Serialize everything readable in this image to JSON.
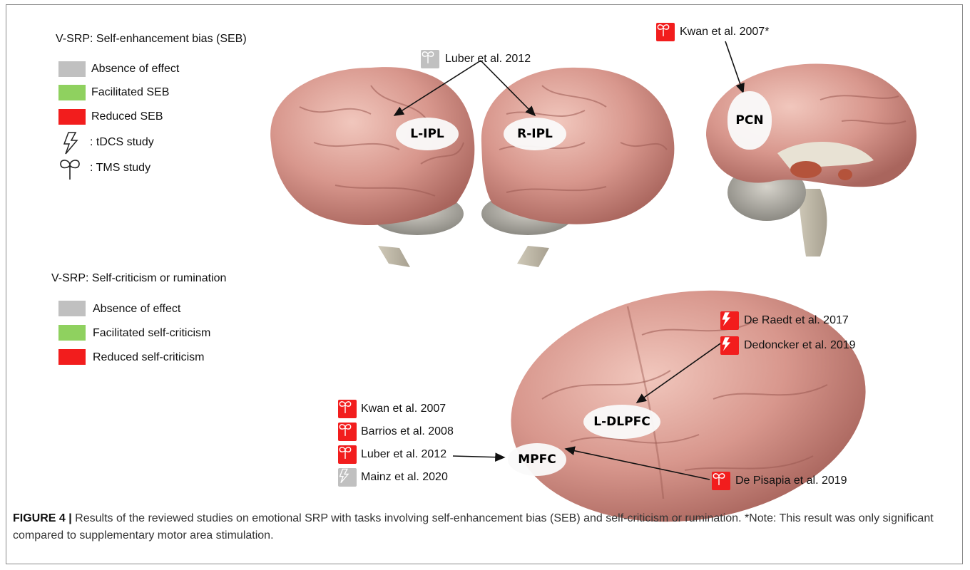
{
  "legend_seb": {
    "title": "V-SRP: Self-enhancement bias (SEB)",
    "items": [
      {
        "label": "Absence of effect",
        "color": "#c0c0c0"
      },
      {
        "label": "Facilitated SEB",
        "color": "#8fd15f"
      },
      {
        "label": "Reduced SEB",
        "color": "#f21d1d"
      }
    ],
    "tdcs_label": ": tDCS study",
    "tms_label": ": TMS study"
  },
  "legend_crit": {
    "title": "V-SRP: Self-criticism or rumination",
    "items": [
      {
        "label": "Absence of effect",
        "color": "#c0c0c0"
      },
      {
        "label": "Facilitated self-criticism",
        "color": "#8fd15f"
      },
      {
        "label": "Reduced self-criticism",
        "color": "#f21d1d"
      }
    ]
  },
  "regions": {
    "l_ipl": "L-IPL",
    "r_ipl": "R-IPL",
    "pcn": "PCN",
    "l_dlpfc": "L-DLPFC",
    "mpfc": "MPFC"
  },
  "studies": {
    "luber_ipl": {
      "label": "Luber et al. 2012",
      "type": "TMS",
      "effect": "absence"
    },
    "kwan_pcn": {
      "label": "Kwan et al. 2007*",
      "type": "TMS",
      "effect": "reduced"
    },
    "de_raedt": {
      "label": "De Raedt et al. 2017",
      "type": "tDCS",
      "effect": "reduced"
    },
    "dedoncker": {
      "label": "Dedoncker et al. 2019",
      "type": "tDCS",
      "effect": "reduced"
    },
    "kwan_mpfc": {
      "label": "Kwan et al. 2007",
      "type": "TMS",
      "effect": "reduced"
    },
    "barrios": {
      "label": "Barrios et al. 2008",
      "type": "TMS",
      "effect": "reduced"
    },
    "luber_mpfc": {
      "label": "Luber et al. 2012",
      "type": "TMS",
      "effect": "reduced"
    },
    "mainz": {
      "label": "Mainz et al. 2020",
      "type": "tDCS",
      "effect": "absence"
    },
    "de_pisapia": {
      "label": "De Pisapia et al. 2019",
      "type": "TMS",
      "effect": "reduced"
    }
  },
  "caption": {
    "label": "FIGURE 4 |",
    "text": " Results of the reviewed studies on emotional SRP with tasks involving self-enhancement bias (SEB) and self-criticism or rumination. *Note: This result was only significant compared to supplementary motor area stimulation."
  },
  "colors": {
    "absence": "#c0c0c0",
    "facilitated": "#8fd15f",
    "reduced": "#f21d1d",
    "brain": "#d9998f"
  }
}
